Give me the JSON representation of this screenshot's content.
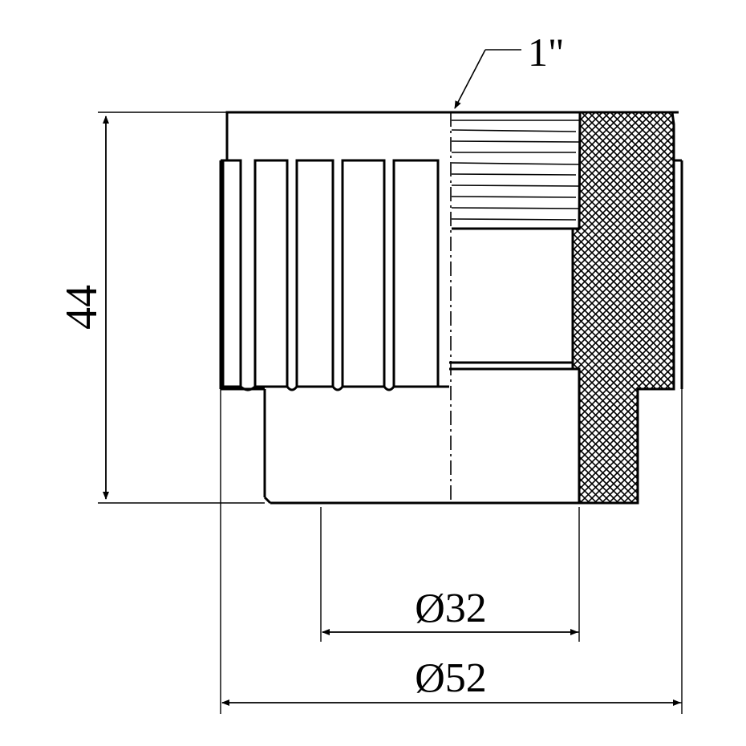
{
  "drawing": {
    "thread_label": "1\"",
    "height_label": "44",
    "inner_diameter_label": "Ø32",
    "outer_diameter_label": "Ø52"
  },
  "colors": {
    "line": "#000000",
    "background": "#ffffff"
  }
}
